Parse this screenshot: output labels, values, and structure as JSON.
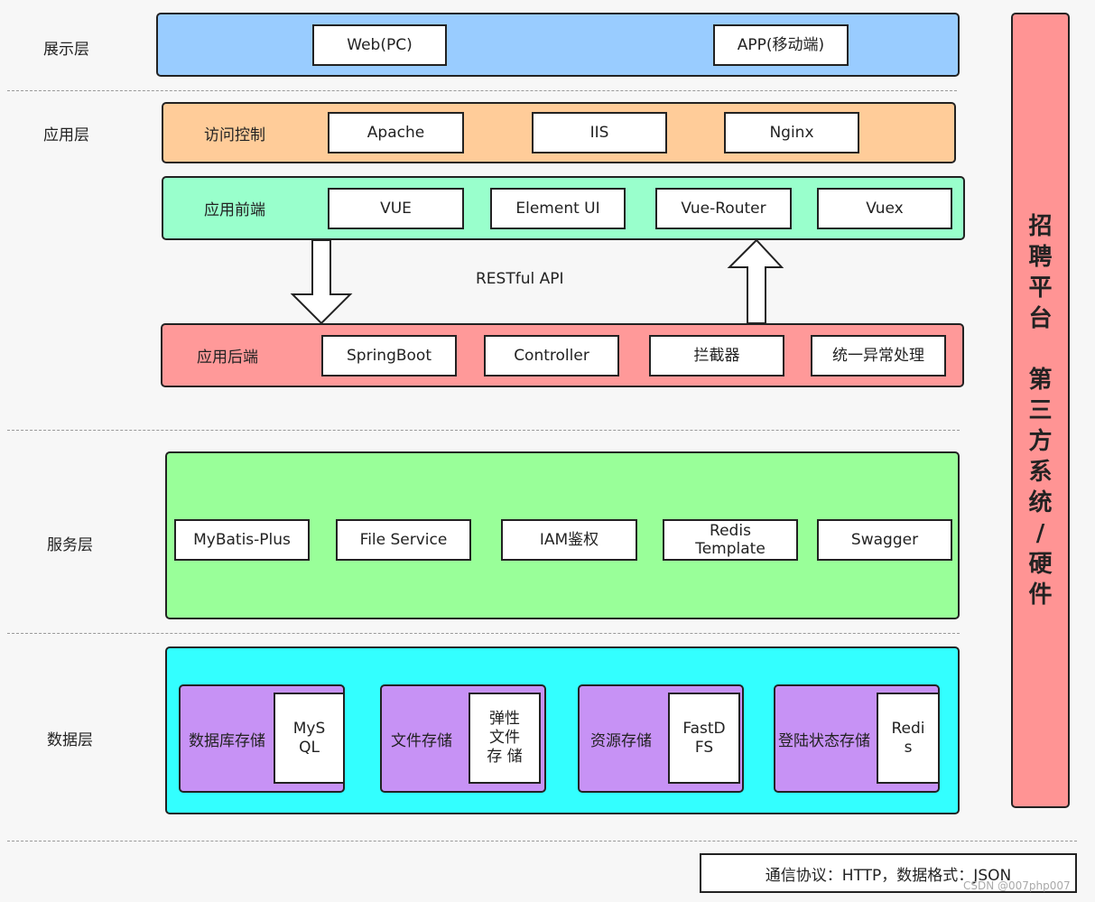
{
  "layers": {
    "presentation": "展示层",
    "application": "应用层",
    "service": "服务层",
    "data": "数据层"
  },
  "presentation": {
    "items": [
      "Web(PC)",
      "APP(移动端)"
    ]
  },
  "access_control": {
    "label": "访问控制",
    "items": [
      "Apache",
      "IIS",
      "Nginx"
    ]
  },
  "frontend": {
    "label": "应用前端",
    "items": [
      "VUE",
      "Element UI",
      "Vue-Router",
      "Vuex"
    ]
  },
  "api_label": "RESTful API",
  "backend": {
    "label": "应用后端",
    "items": [
      "SpringBoot",
      "Controller",
      "拦截器",
      "统一异常处理"
    ]
  },
  "services": {
    "items": [
      "MyBatis-Plus",
      "File Service",
      "IAM鉴权",
      "Redis\nTemplate",
      "Swagger"
    ]
  },
  "storage": [
    {
      "label": "数据库存储",
      "value": "MyS\nQL"
    },
    {
      "label": "文件存储",
      "value": "弹性\n文件\n存 储"
    },
    {
      "label": "资源存储",
      "value": "FastD\nFS"
    },
    {
      "label": "登陆状态存储",
      "value": "Redi\ns"
    }
  ],
  "side_panel": {
    "chars": [
      "招",
      "聘",
      "平",
      "台",
      "",
      "第",
      "三",
      "方",
      "系",
      "统",
      "/",
      "硬",
      "件"
    ]
  },
  "footer": "通信协议：HTTP，数据格式：JSON",
  "watermark": "CSDN @007php007",
  "colors": {
    "presentation": "#99ccff",
    "access_control": "#ffcc99",
    "frontend": "#99ffcc",
    "backend": "#ff9999",
    "service": "#99ff99",
    "data": "#33ffff",
    "storage": "#cc99ff",
    "side_panel": "#ff9999"
  }
}
